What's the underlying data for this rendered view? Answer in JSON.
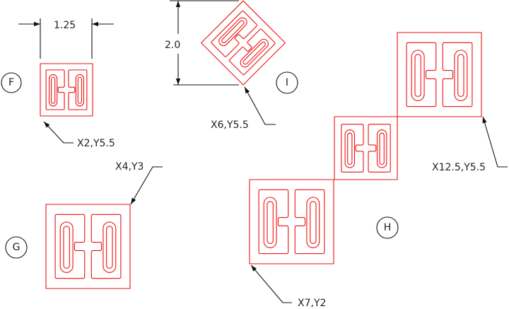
{
  "drawing": {
    "line_color": "#ee1111",
    "annotation_color": "#111111"
  },
  "dimensions": {
    "width_dim": {
      "label": "1.25"
    },
    "height_dim": {
      "label": "2.0"
    }
  },
  "views": [
    {
      "id": "F",
      "bubble": "F",
      "callout": "X2,Y5.5"
    },
    {
      "id": "G",
      "bubble": "G",
      "callout": "X4,Y3"
    },
    {
      "id": "I",
      "bubble": "I",
      "callout": "X6,Y5.5"
    },
    {
      "id": "H",
      "bubble": "H",
      "callout_start": "X7,Y2",
      "callout_end": "X12.5,Y5.5"
    }
  ]
}
